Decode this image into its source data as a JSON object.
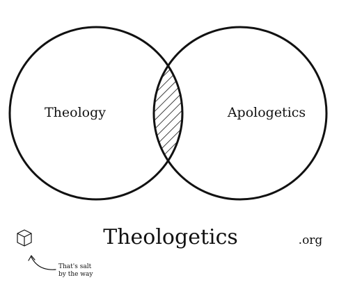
{
  "diagram": {
    "left_set": {
      "label": "Theology"
    },
    "right_set": {
      "label": "Apologetics"
    },
    "intersection": {
      "fill_pattern": "diagonal-hatch"
    },
    "stroke_color": "#111111"
  },
  "footer": {
    "brand": "Theologetics",
    "tld": ".org",
    "icon": "salt-cube-icon",
    "note_line1": "That's salt",
    "note_line2": "by the way"
  }
}
